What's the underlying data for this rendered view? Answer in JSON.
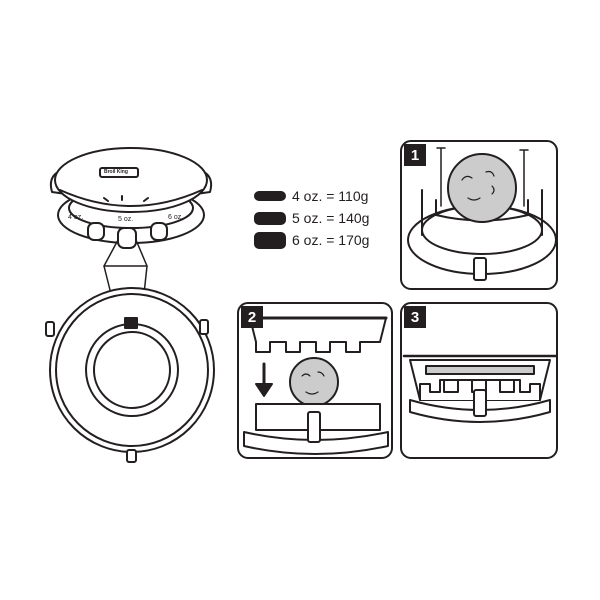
{
  "size_legend": [
    {
      "label": "4 oz. = 110g"
    },
    {
      "label": "5 oz. = 140g"
    },
    {
      "label": "6 oz. = 170g"
    }
  ],
  "press_lid": {
    "brand": "Broil King",
    "dial_labels": [
      "4 oz.",
      "5 oz.",
      "6 oz."
    ]
  },
  "steps": [
    "1",
    "2",
    "3"
  ],
  "colors": {
    "ink": "#231f20",
    "patty": "#cccccc",
    "bg": "#ffffff"
  }
}
